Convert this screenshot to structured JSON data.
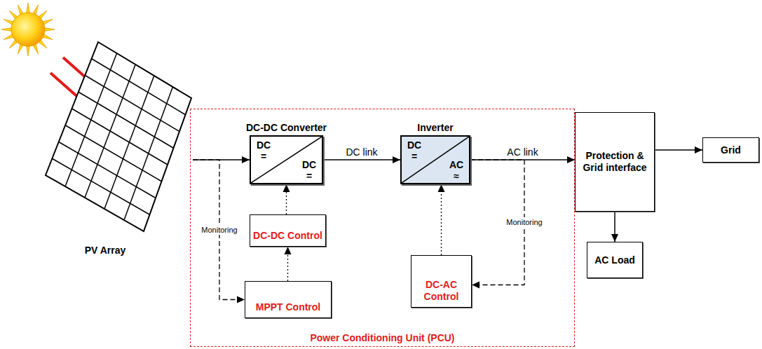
{
  "diagram": {
    "nodes": [
      {
        "text": [
          "PV Array"
        ]
      },
      {
        "text": [
          "Power Conditioning Unit (PCU)"
        ]
      },
      {
        "text": [
          "DC-DC Converter",
          "DC =",
          "DC ="
        ],
        "in": 1
      },
      {
        "text": [
          "DC-DC Control"
        ],
        "in": 1
      },
      {
        "text": [
          "MPPT Control"
        ],
        "in": 1
      },
      {
        "text": [
          "Inverter",
          "DC =",
          "AC ≈"
        ],
        "in": 1
      },
      {
        "text": [
          "DC-AC Control"
        ],
        "in": 1
      },
      {
        "text": [
          "Protection & Grid interface"
        ]
      },
      {
        "text": [
          "Grid"
        ]
      },
      {
        "text": [
          "AC Load"
        ]
      }
    ],
    "edges": [
      {
        "from": 0,
        "to": 2,
        "arrow": "to"
      },
      {
        "from": 0,
        "to": 4,
        "label": "Monitoring",
        "arrow": "to"
      },
      {
        "from": 4,
        "to": 3,
        "arrow": "to"
      },
      {
        "from": 3,
        "to": 2,
        "arrow": "to"
      },
      {
        "from": 2,
        "to": 5,
        "label": "DC link",
        "arrow": "to"
      },
      {
        "from": 5,
        "to": 7,
        "label": "AC link",
        "arrow": "to"
      },
      {
        "from": 5,
        "to": 6,
        "label": "Monitoring",
        "arrow": "to"
      },
      {
        "from": 6,
        "to": 5,
        "arrow": "to"
      },
      {
        "from": 7,
        "to": 8,
        "arrow": "to"
      },
      {
        "from": 7,
        "to": 9,
        "arrow": "to"
      }
    ]
  }
}
